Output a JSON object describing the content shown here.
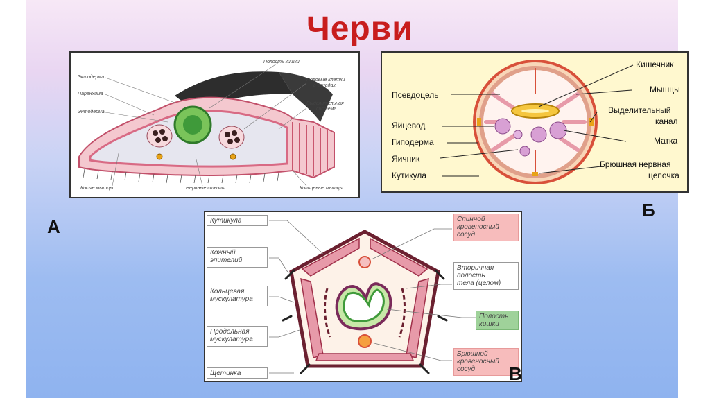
{
  "title": "Черви",
  "panel_a": {
    "letter": "А",
    "labels": {
      "ectoderm": "Эктодерма",
      "parenchyma": "Паренхима",
      "endoderm": "Энтодерма",
      "gut_cavity": "Полость кишки",
      "gonads_1": "Половые клетки",
      "gonads_2": "в гонадах",
      "excretory_1": "Выделительная",
      "excretory_2": "система",
      "oblique": "Косые мышцы",
      "nerve": "Нервные стволы",
      "ring": "Кольцевые мышцы"
    }
  },
  "panel_b": {
    "letter": "Б",
    "labels": {
      "pseudocoel": "Псевдоцель",
      "oviduct": "Яйцевод",
      "hypodermis": "Гиподерма",
      "ovary": "Яичник",
      "cuticle": "Кутикула",
      "intestine": "Кишечник",
      "muscles": "Мышцы",
      "excretory_1": "Выделительный",
      "excretory_2": "канал",
      "uterus": "Матка",
      "nerve_1": "Брюшная нервная",
      "nerve_2": "цепочка"
    }
  },
  "panel_v": {
    "letter": "В",
    "labels": {
      "cuticle": "Кутикула",
      "skin_1": "Кожный",
      "skin_2": "эпителий",
      "ring_1": "Кольцевая",
      "ring_2": "мускулатура",
      "long_1": "Продольная",
      "long_2": "мускулатура",
      "bristle": "Щетинка",
      "dorsal_1": "Спинной",
      "dorsal_2": "кровеносный",
      "dorsal_3": "сосуд",
      "coelom_1": "Вторичная",
      "coelom_2": "полость",
      "coelom_3": "тела (целом)",
      "gut_1": "Полость",
      "gut_2": "кишки",
      "ventral_1": "Брюшной",
      "ventral_2": "кровеносный",
      "ventral_3": "сосуд"
    }
  },
  "colors": {
    "title": "#c81d1d",
    "tissue_pink": "#e79aa9",
    "muscle_pink": "#d86a84",
    "gut_green": "#3f9a3a",
    "label_pink": "#f7bcbc",
    "label_green": "#9fd29a",
    "panel_b_bg": "#fff8cf"
  }
}
